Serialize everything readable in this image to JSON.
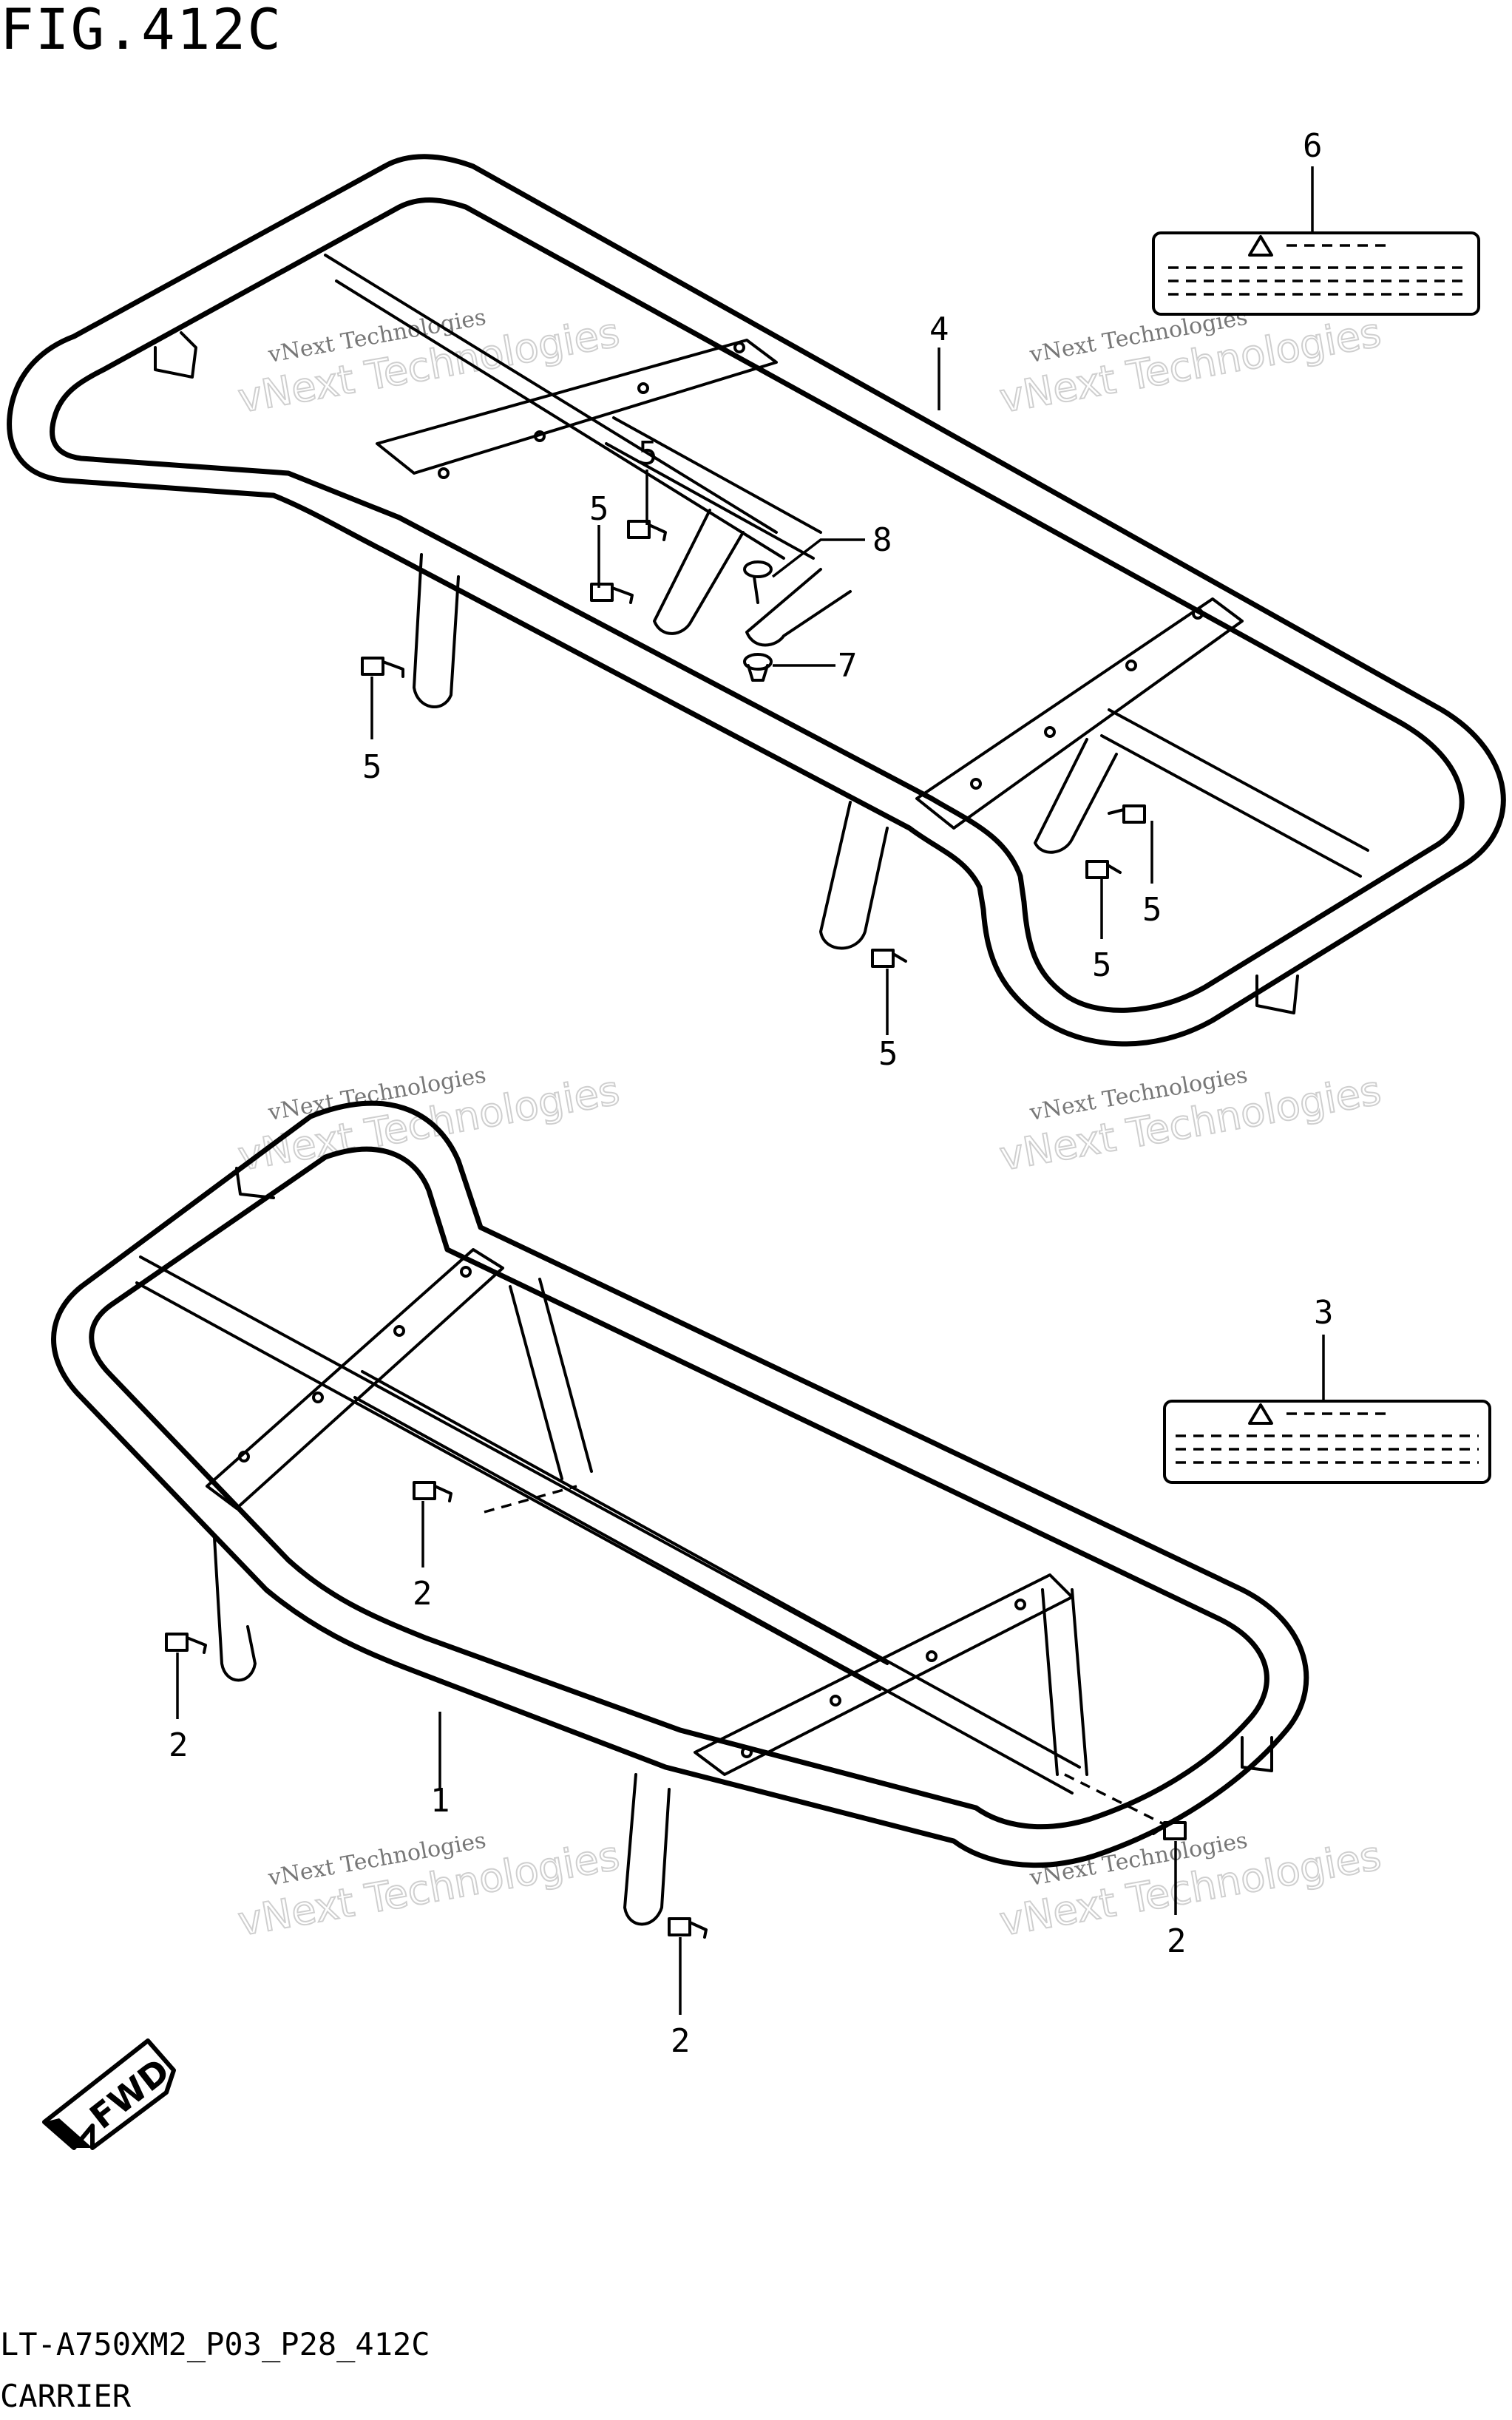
{
  "figure_title": "FIG.412C",
  "drawing_code": "LT-A750XM2_P03_P28_412C",
  "section_name": "CARRIER",
  "watermark": {
    "line1": "vNext Technologies",
    "line2": "vNext Technologies"
  },
  "fwd_label": "FWD",
  "callouts": {
    "c1": "1",
    "c2a": "2",
    "c2b": "2",
    "c2c": "2",
    "c2d": "2",
    "c3": "3",
    "c4": "4",
    "c5a": "5",
    "c5b": "5",
    "c5c": "5",
    "c5d": "5",
    "c5e": "5",
    "c5f": "5",
    "c6": "6",
    "c7": "7",
    "c8": "8"
  }
}
